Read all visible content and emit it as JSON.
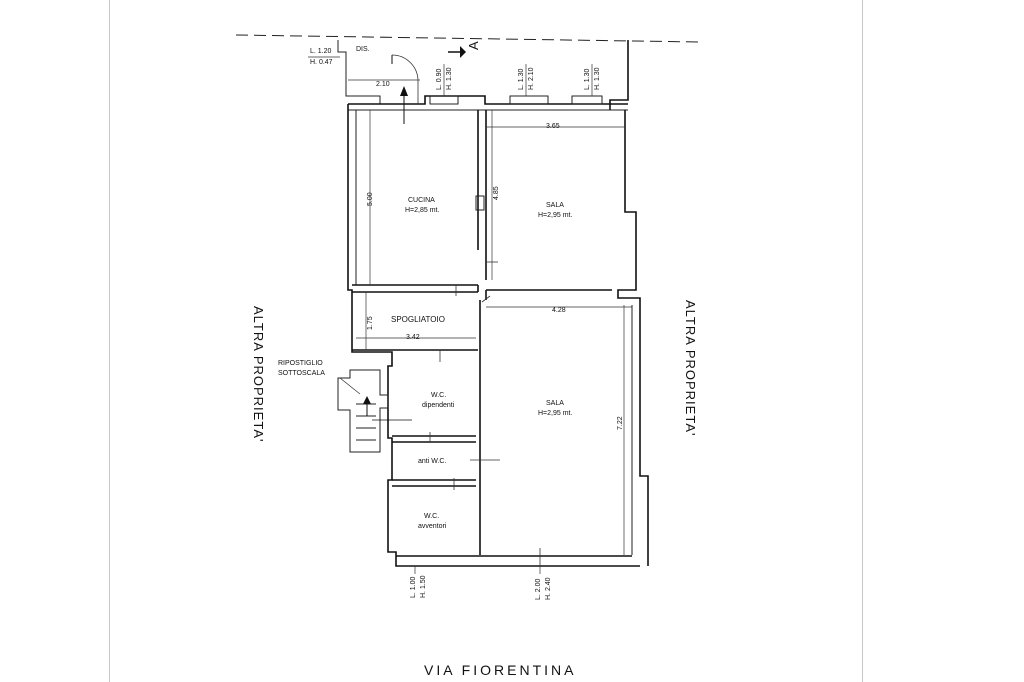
{
  "drawing": {
    "street": "VIA FIORENTINA",
    "side_left": "ALTRA PROPRIETA'",
    "side_right": "ALTRA PROPRIETA'",
    "section_marker": "A",
    "dis_label": "DIS.",
    "rooms": {
      "cucina": {
        "name": "CUCINA",
        "height": "H=2,85 mt."
      },
      "sala_top": {
        "name": "SALA",
        "height": "H=2,95 mt."
      },
      "spogliatoio": {
        "name": "SPOGLIATOIO"
      },
      "ripostiglio": {
        "line1": "RIPOSTIGLIO",
        "line2": "SOTTOSCALA"
      },
      "wc_dip": {
        "line1": "W.C.",
        "line2": "dipendenti"
      },
      "sala_bottom": {
        "name": "SALA",
        "height": "H=2,95 mt."
      },
      "anti_wc": {
        "name": "anti W.C."
      },
      "wc_avv": {
        "line1": "W.C.",
        "line2": "avventori"
      }
    },
    "dimensions": {
      "d_2_10": "2.10",
      "d_3_65": "3.65",
      "d_5_00": "5.00",
      "d_4_85": "4.85",
      "d_1_75": "1.75",
      "d_3_42": "3.42",
      "d_4_28": "4.28",
      "d_7_22": "7.22"
    },
    "openings": {
      "win_l120": "L. 1.20",
      "win_h047": "H. 0.47",
      "win_l090": "L. 0.90",
      "win_h130a": "H. 1.30",
      "win_l130a": "L. 1.30",
      "win_h210": "H. 2.10",
      "win_l130b": "L. 1.30",
      "win_h130b": "H. 1.30",
      "bot_l100": "L. 1.00",
      "bot_h150": "H. 1.50",
      "bot_l200": "L. 2.00",
      "bot_h240": "H. 2.40"
    }
  }
}
